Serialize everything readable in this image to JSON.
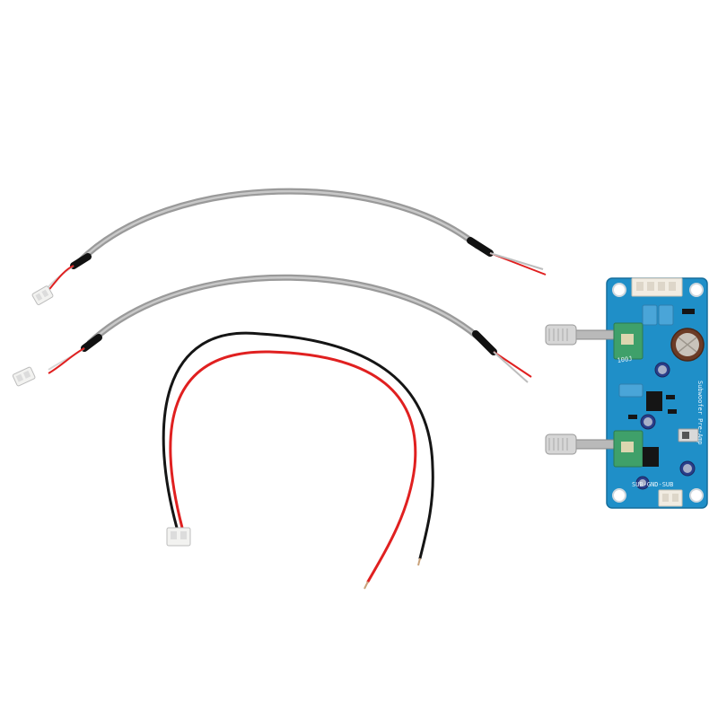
{
  "photo": {
    "background": "#ffffff",
    "subject": "audio-filter-board-kit"
  },
  "board": {
    "color": "#1f8fc8",
    "pot_color": "#3fa06a",
    "silkscreen_label": "SUB-GND-SUB",
    "capacitor_label": "100J",
    "side_label": "Subwoofer Pre-Amp"
  },
  "cables": {
    "gray_color": "#a9a9a9",
    "red_color": "#e02020",
    "black_color": "#151515",
    "connector_color": "#f2f2f0"
  }
}
